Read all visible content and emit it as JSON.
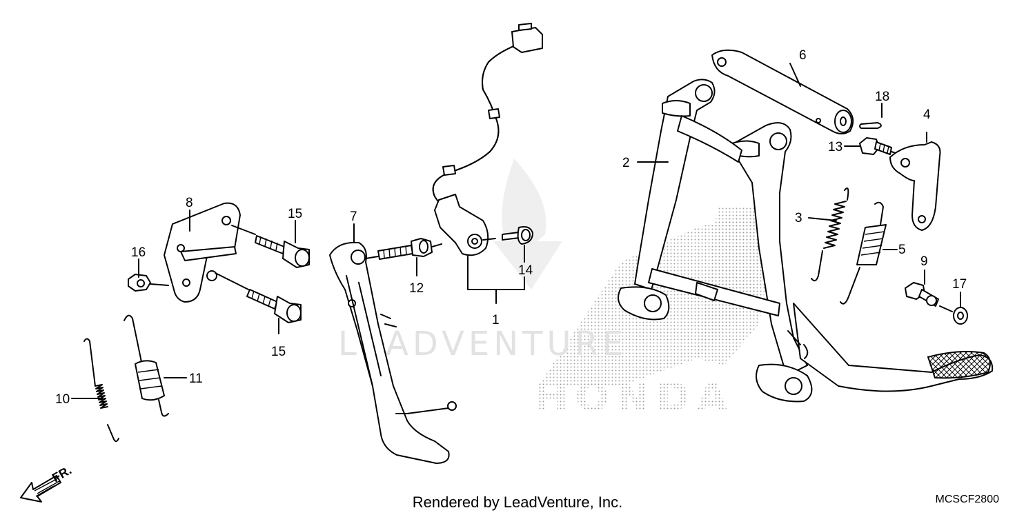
{
  "diagram": {
    "front_arrow_label": "FR.",
    "watermark": {
      "brand": "HONDA",
      "dealer": "LEADVENTURE"
    },
    "callouts": {
      "p1": "1",
      "p2": "2",
      "p3": "3",
      "p4": "4",
      "p5": "5",
      "p6": "6",
      "p7": "7",
      "p8": "8",
      "p9": "9",
      "p10": "10",
      "p11": "11",
      "p12": "12",
      "p13": "13",
      "p14": "14",
      "p15a": "15",
      "p15b": "15",
      "p16": "16",
      "p17": "17",
      "p18": "18"
    }
  },
  "footer": {
    "credit": "Rendered by LeadVenture, Inc.",
    "code": "MCSCF2800"
  }
}
